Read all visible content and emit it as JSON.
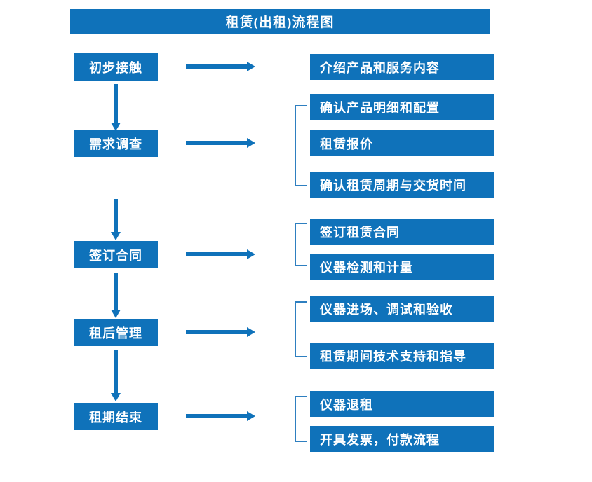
{
  "diagram": {
    "title": "租赁(出租)流程图",
    "accent_color": "#0f72ba",
    "bracket_color": "#2e7fc0",
    "background_color": "#ffffff",
    "text_color": "#ffffff"
  },
  "stages": [
    {
      "label": "初步接触"
    },
    {
      "label": "需求调查"
    },
    {
      "label": "签订合同"
    },
    {
      "label": "租后管理"
    },
    {
      "label": "租期结束"
    }
  ],
  "details": [
    {
      "label": "介绍产品和服务内容"
    },
    {
      "label": "确认产品明细和配置"
    },
    {
      "label": "租赁报价"
    },
    {
      "label": "确认租赁周期与交货时间"
    },
    {
      "label": "签订租赁合同"
    },
    {
      "label": "仪器检测和计量"
    },
    {
      "label": "仪器进场、调试和验收"
    },
    {
      "label": "租赁期间技术支持和指导"
    },
    {
      "label": "仪器退租"
    },
    {
      "label": "开具发票，付款流程"
    }
  ]
}
